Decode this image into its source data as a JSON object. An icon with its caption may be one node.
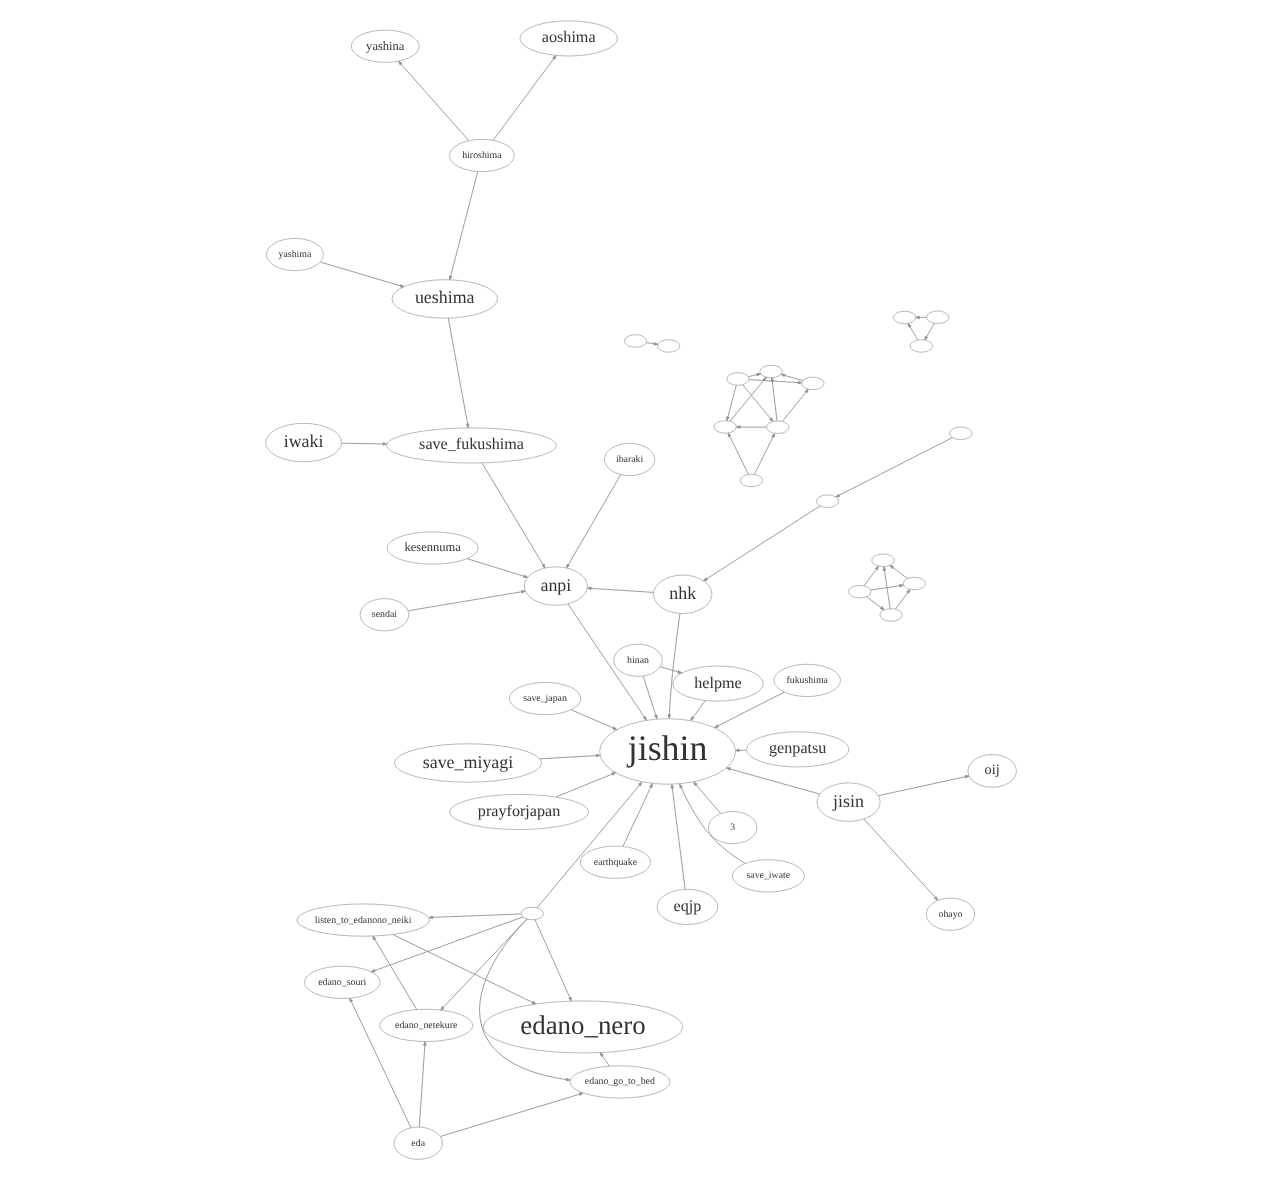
{
  "diagram": {
    "nodes": [
      {
        "text": [
          "eda"
        ]
      },
      {
        "text": [
          "edano_netekure"
        ]
      },
      {
        "text": [
          "edano_nero"
        ]
      },
      {
        "text": [
          "listen_to_edanono_neiki"
        ]
      },
      {
        "text": [
          "edano_go_to_bed"
        ]
      },
      {
        "text": [
          "edano_souri"
        ]
      },
      {
        "text": [],
        "shape": "ellipse"
      },
      {
        "text": [
          "genpatsu"
        ]
      },
      {
        "text": [
          "prayforjapan"
        ]
      },
      {
        "text": [
          "eqjp"
        ]
      },
      {
        "text": [
          "earthquake"
        ]
      },
      {
        "text": [
          "jishin"
        ]
      },
      {
        "text": [
          "jisin"
        ]
      },
      {
        "text": [
          "helpme"
        ]
      },
      {
        "text": [
          "hinan"
        ]
      },
      {
        "text": [
          "nhk"
        ]
      },
      {
        "text": [
          "save_iwate"
        ]
      },
      {
        "text": [
          "save_miyagi"
        ]
      },
      {
        "text": [
          "anpi"
        ]
      },
      {
        "text": [
          "save_fukushima"
        ]
      },
      {
        "text": [
          "iwaki"
        ]
      },
      {
        "text": [
          "yashima"
        ]
      },
      {
        "text": [
          "ueshima"
        ]
      },
      {
        "text": [
          "yashina"
        ]
      },
      {
        "text": [
          "hiroshima"
        ]
      },
      {
        "text": [
          "aoshima"
        ]
      },
      {
        "text": [
          "fukushima"
        ]
      },
      {
        "text": [
          "save_japan"
        ]
      },
      {
        "text": [
          "sendai"
        ]
      },
      {
        "text": [
          "ibaraki"
        ]
      },
      {
        "text": [],
        "shape": "ellipse"
      },
      {
        "text": [],
        "shape": "ellipse"
      },
      {
        "text": [
          "kesennuma"
        ]
      },
      {
        "text": [
          "oij"
        ]
      },
      {
        "text": [
          "ohayo"
        ]
      },
      {
        "text": [],
        "shape": "ellipse"
      },
      {
        "text": [],
        "shape": "ellipse"
      },
      {
        "text": [],
        "shape": "ellipse"
      },
      {
        "text": [],
        "shape": "ellipse"
      },
      {
        "text": [],
        "shape": "ellipse"
      },
      {
        "text": [],
        "shape": "ellipse"
      },
      {
        "text": [],
        "shape": "ellipse"
      },
      {
        "text": [],
        "shape": "ellipse"
      },
      {
        "text": [],
        "shape": "ellipse"
      },
      {
        "text": [],
        "shape": "ellipse"
      },
      {
        "text": [],
        "shape": "ellipse"
      },
      {
        "text": [],
        "shape": "ellipse"
      },
      {
        "text": [],
        "shape": "ellipse"
      },
      {
        "text": [],
        "shape": "ellipse"
      },
      {
        "text": [],
        "shape": "ellipse"
      },
      {
        "text": [
          "3"
        ]
      }
    ],
    "edges": [
      {
        "from": 0,
        "to": 1,
        "arrow": "to"
      },
      {
        "from": 0,
        "to": 4,
        "arrow": "to"
      },
      {
        "from": 0,
        "to": 5,
        "arrow": "to"
      },
      {
        "from": 6,
        "to": 1,
        "arrow": "to"
      },
      {
        "from": 6,
        "to": 2,
        "arrow": "to"
      },
      {
        "from": 6,
        "to": 3,
        "arrow": "to"
      },
      {
        "from": 6,
        "to": 4,
        "arrow": "to"
      },
      {
        "from": 6,
        "to": 5,
        "arrow": "to"
      },
      {
        "from": 3,
        "to": 2,
        "arrow": "to"
      },
      {
        "from": 4,
        "to": 2,
        "arrow": "to"
      },
      {
        "from": 1,
        "to": 3,
        "arrow": "to"
      },
      {
        "from": 6,
        "to": 11,
        "arrow": "to"
      },
      {
        "from": 7,
        "to": 11,
        "arrow": "to"
      },
      {
        "from": 8,
        "to": 11,
        "arrow": "to"
      },
      {
        "from": 9,
        "to": 11,
        "arrow": "to"
      },
      {
        "from": 10,
        "to": 11,
        "arrow": "to"
      },
      {
        "from": 12,
        "to": 11,
        "arrow": "to"
      },
      {
        "from": 13,
        "to": 11,
        "arrow": "to"
      },
      {
        "from": 14,
        "to": 11,
        "arrow": "to"
      },
      {
        "from": 15,
        "to": 11,
        "arrow": "to"
      },
      {
        "from": 16,
        "to": 11,
        "arrow": "to"
      },
      {
        "from": 17,
        "to": 11,
        "arrow": "to"
      },
      {
        "from": 18,
        "to": 11,
        "arrow": "to"
      },
      {
        "from": 26,
        "to": 11,
        "arrow": "to"
      },
      {
        "from": 27,
        "to": 11,
        "arrow": "to"
      },
      {
        "from": 50,
        "to": 11,
        "arrow": "to"
      },
      {
        "from": 28,
        "to": 18,
        "arrow": "to"
      },
      {
        "from": 29,
        "to": 18,
        "arrow": "to"
      },
      {
        "from": 30,
        "to": 15,
        "arrow": "to"
      },
      {
        "from": 31,
        "to": 30,
        "arrow": "to"
      },
      {
        "from": 32,
        "to": 18,
        "arrow": "to"
      },
      {
        "from": 15,
        "to": 18,
        "arrow": "to"
      },
      {
        "from": 14,
        "to": 13,
        "arrow": "to"
      },
      {
        "from": 19,
        "to": 18,
        "arrow": "to"
      },
      {
        "from": 20,
        "to": 19,
        "arrow": "to"
      },
      {
        "from": 21,
        "to": 22,
        "arrow": "to"
      },
      {
        "from": 24,
        "to": 22,
        "arrow": "to"
      },
      {
        "from": 24,
        "to": 23,
        "arrow": "to"
      },
      {
        "from": 24,
        "to": 25,
        "arrow": "to"
      },
      {
        "from": 22,
        "to": 19,
        "arrow": "to"
      },
      {
        "from": 12,
        "to": 34,
        "arrow": "to"
      },
      {
        "from": 12,
        "to": 33,
        "arrow": "to"
      },
      {
        "from": 35,
        "to": 36,
        "arrow": "to"
      },
      {
        "from": 37,
        "to": 38,
        "arrow": "to"
      },
      {
        "from": 37,
        "to": 39,
        "arrow": "to"
      },
      {
        "from": 38,
        "to": 39,
        "arrow": "to"
      },
      {
        "from": 38,
        "to": 40,
        "arrow": "to"
      },
      {
        "from": 38,
        "to": 41,
        "arrow": "to"
      },
      {
        "from": 39,
        "to": 40,
        "arrow": "to"
      },
      {
        "from": 41,
        "to": 40,
        "arrow": "to"
      },
      {
        "from": 42,
        "to": 40,
        "arrow": "to"
      },
      {
        "from": 42,
        "to": 41,
        "arrow": "to"
      },
      {
        "from": 42,
        "to": 38,
        "arrow": "to"
      },
      {
        "from": 42,
        "to": 39,
        "arrow": "to"
      },
      {
        "from": 43,
        "to": 44,
        "arrow": "to"
      },
      {
        "from": 43,
        "to": 45,
        "arrow": "to"
      },
      {
        "from": 44,
        "to": 46,
        "arrow": "to"
      },
      {
        "from": 43,
        "to": 46,
        "arrow": "to"
      },
      {
        "from": 45,
        "to": 44,
        "arrow": "to"
      },
      {
        "from": 45,
        "to": 46,
        "arrow": "to"
      },
      {
        "from": 48,
        "to": 47,
        "arrow": "to"
      },
      {
        "from": 49,
        "to": 47,
        "arrow": "to"
      },
      {
        "from": 48,
        "to": 49,
        "arrow": "to"
      }
    ]
  }
}
